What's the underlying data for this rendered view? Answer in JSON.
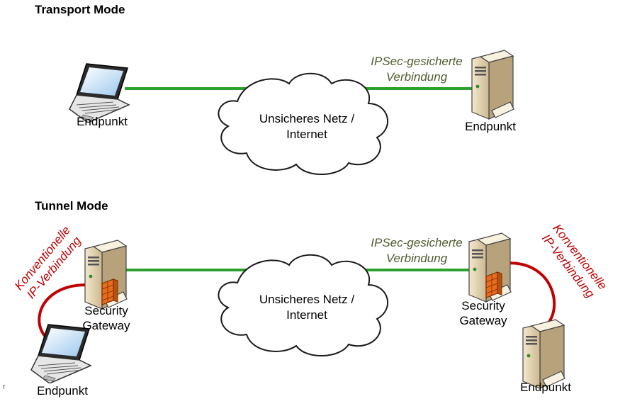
{
  "colors": {
    "secure_line": "#2ca02c",
    "insecure_line": "#c00000",
    "ipsec_text": "#4f5b31",
    "firewall": "#e86c1c"
  },
  "transport": {
    "heading": "Transport Mode",
    "left_endpoint_label": "Endpunkt",
    "right_endpoint_label": "Endpunkt",
    "cloud_line1": "Unsicheres Netz /",
    "cloud_line2": "Internet",
    "ipsec_line1": "IPSec-gesicherte",
    "ipsec_line2": "Verbindung"
  },
  "tunnel": {
    "heading": "Tunnel Mode",
    "left_gateway_line1": "Security",
    "left_gateway_line2": "Gateway",
    "right_gateway_line1": "Security",
    "right_gateway_line2": "Gateway",
    "left_endpoint_label": "Endpunkt",
    "right_endpoint_label": "Endpunkt",
    "cloud_line1": "Unsicheres Netz /",
    "cloud_line2": "Internet",
    "ipsec_line1": "IPSec-gesicherte",
    "ipsec_line2": "Verbindung",
    "conv_left_line1": "Konventionelle",
    "conv_left_line2": "IP-Verbindung",
    "conv_right_line1": "Konventionelle",
    "conv_right_line2": "IP-Verbindung"
  },
  "stray_mark": "r",
  "icons": [
    "laptop-icon",
    "server-icon",
    "security-gateway-icon",
    "cloud-icon"
  ]
}
